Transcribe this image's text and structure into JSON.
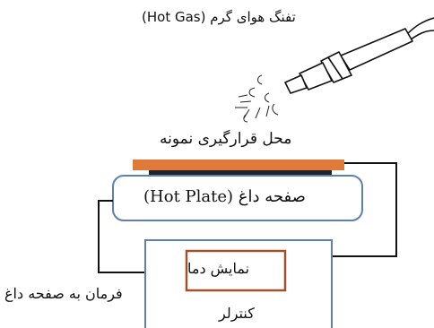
{
  "labels": {
    "hot_gas_gun": "تفنگ هوای گرم (Hot Gas)",
    "sample_stage": "محل قرارگیری نمونه",
    "hot_plate": "صفحه داغ (Hot Plate)",
    "command_to_plate": "فرمان به صفحه داغ",
    "temperature_display": "نمایش دما",
    "controller": "کنترلر"
  },
  "colors": {
    "sample_stage": "#e07a3a",
    "hot_plate_border": "#5b7fb8",
    "temperature_box_border": "#a0522d",
    "controller_border": "#5b7fb8",
    "wire": "#111111"
  },
  "icons": [
    "heat-gun-icon",
    "hot-air-icon"
  ]
}
